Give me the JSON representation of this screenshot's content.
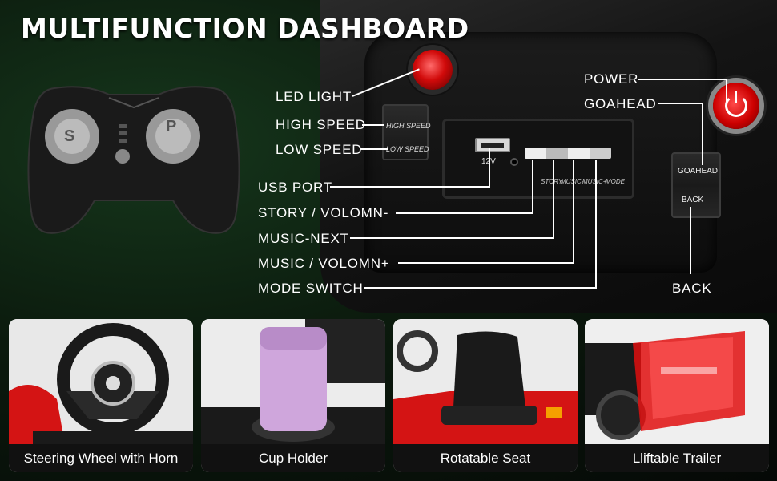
{
  "title": "MULTIFUNCTION DASHBOARD",
  "controller": {
    "left_button": "S",
    "right_button": "P"
  },
  "callouts": {
    "led_light": "LED LIGHT",
    "high_speed": "HIGH SPEED",
    "low_speed": "LOW SPEED",
    "usb_port": "USB PORT",
    "story_volume_down": "STORY / VOLOMN-",
    "music_next": "MUSIC-NEXT",
    "music_volume_up": "MUSIC / VOLOMN+",
    "mode_switch": "MODE SWITCH",
    "power": "POWER",
    "goahead": "GOAHEAD",
    "back": "BACK"
  },
  "dashboard_text": {
    "high_speed_switch": "HIGH SPEED",
    "low_speed_switch": "LOW SPEED",
    "voltage": "12V",
    "panel_story": "STORY",
    "panel_music_minus": "MUSIC-",
    "panel_music_plus": "MUSIC+",
    "panel_mode": "MODE",
    "rocker_goahead": "GOAHEAD",
    "rocker_back": "BACK"
  },
  "features": [
    {
      "label": "Steering Wheel with Horn"
    },
    {
      "label": "Cup Holder"
    },
    {
      "label": "Rotatable Seat"
    },
    {
      "label": "Lliftable Trailer"
    }
  ],
  "colors": {
    "accent_red": "#d10a0a",
    "caption_bg": "#111111",
    "cup_purple": "#cfa6dc"
  }
}
